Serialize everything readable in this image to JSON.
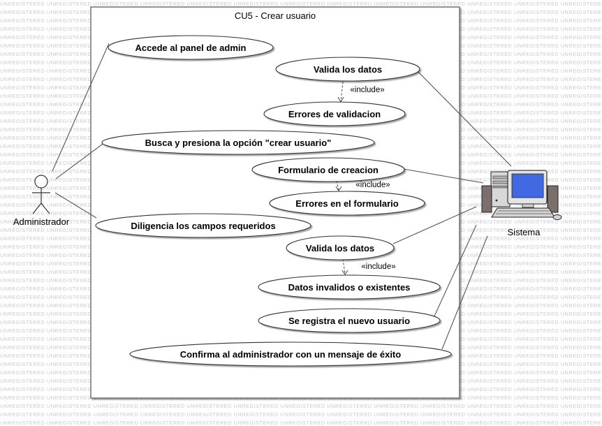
{
  "watermark": "UNREGISTERED",
  "system_boundary": {
    "title": "CU5 - Crear usuario"
  },
  "actors": {
    "admin": {
      "label": "Administrador"
    },
    "system": {
      "label": "Sistema"
    }
  },
  "include_label": "«include»",
  "use_cases": [
    {
      "id": "uc1",
      "label": "Accede al panel de admin"
    },
    {
      "id": "uc2",
      "label": "Valida los datos"
    },
    {
      "id": "uc3",
      "label": "Errores de validacion"
    },
    {
      "id": "uc4",
      "label": "Busca y presiona la opción \"crear usuario\""
    },
    {
      "id": "uc5",
      "label": "Formulario de creacion"
    },
    {
      "id": "uc6",
      "label": "Errores en el formulario"
    },
    {
      "id": "uc7",
      "label": "Diligencia los campos requeridos"
    },
    {
      "id": "uc8",
      "label": "Valida los datos"
    },
    {
      "id": "uc9",
      "label": "Datos invalidos o existentes"
    },
    {
      "id": "uc10",
      "label": "Se registra el nuevo usuario"
    },
    {
      "id": "uc11",
      "label": "Confirma al administrador con un mensaje de éxito"
    }
  ],
  "colors": {
    "line": "#555555",
    "border": "#707070",
    "screen": "#4169e1"
  }
}
